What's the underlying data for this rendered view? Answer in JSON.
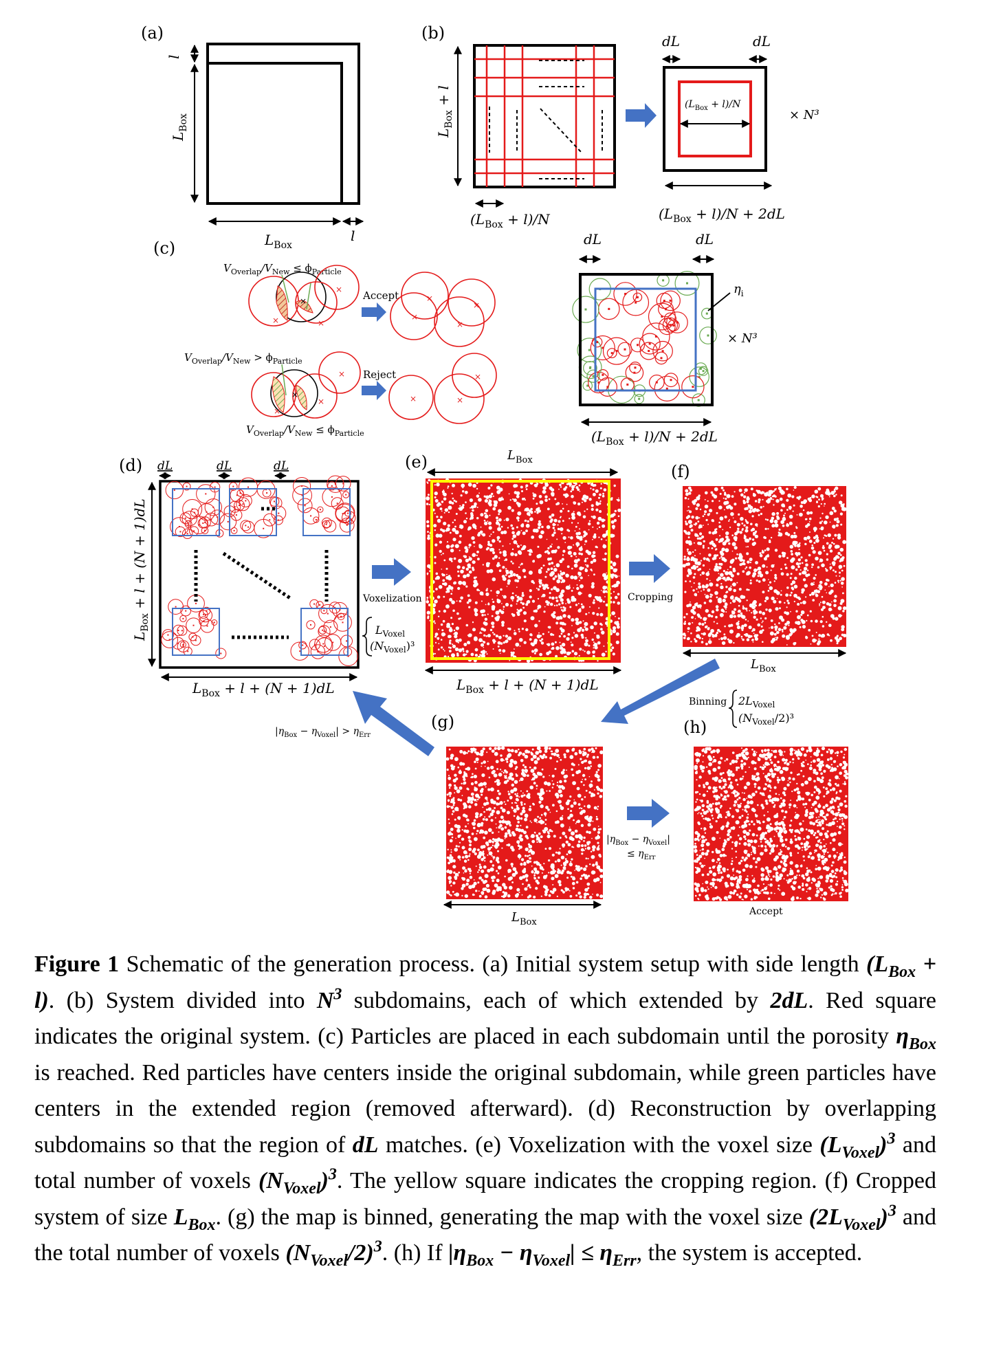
{
  "panels": {
    "a": {
      "tag": "(a)",
      "l_label": "l",
      "lbox_label": "L",
      "lbox_sub": "Box"
    },
    "b": {
      "tag": "(b)",
      "side_label": "L",
      "side_sub": "Box",
      "side_tail": " + l",
      "cell_label": "(L",
      "cell_sub": "Box",
      "cell_tail": " + l)/N",
      "dl_left": "dL",
      "dl_right": "dL",
      "inner_label": "(L",
      "inner_sub": "Box",
      "inner_tail": " + l)/N",
      "outer_label": "(L",
      "outer_sub": "Box",
      "outer_tail": " + l)/N + 2dL",
      "times_n3": "× N³"
    },
    "c": {
      "tag": "(c)",
      "rule1_a": "V",
      "rule1_a_sub": "Overlap",
      "rule1_b": "/V",
      "rule1_b_sub": "New",
      "rule1_c": " ≤ ϕ",
      "rule1_c_sub": "Particle",
      "rule2_a": "V",
      "rule2_a_sub": "Overlap",
      "rule2_b": "/V",
      "rule2_b_sub": "New",
      "rule2_c": " > ϕ",
      "rule2_c_sub": "Particle",
      "rule3_a": "V",
      "rule3_a_sub": "Overlap",
      "rule3_b": "/V",
      "rule3_b_sub": "New",
      "rule3_c": " ≤ ϕ",
      "rule3_c_sub": "Particle",
      "accept": "Accept",
      "reject": "Reject",
      "dl_left": "dL",
      "dl_right": "dL",
      "eta": "η",
      "eta_sub": "i",
      "times_n3": "× N³",
      "outer_label": "(L",
      "outer_sub": "Box",
      "outer_tail": " + l)/N + 2dL"
    },
    "d": {
      "tag": "(d)",
      "dl1": "dL",
      "dl2": "dL",
      "dl3": "dL",
      "side_label": "L",
      "side_sub": "Box",
      "side_tail": " + l + (N + 1)dL",
      "bottom_label": "L",
      "bottom_sub": "Box",
      "bottom_tail": " + l + (N + 1)dL",
      "voxelization": "Voxelization",
      "lvoxel": "L",
      "lvoxel_sub": "Voxel",
      "nvoxel": "(N",
      "nvoxel_sub": "Voxel",
      "nvoxel_tail": ")³"
    },
    "e": {
      "tag": "(e)",
      "top_label": "L",
      "top_sub": "Box",
      "bottom_label": "L",
      "bottom_sub": "Box",
      "bottom_tail": " + l + (N + 1)dL",
      "cropping": "Cropping"
    },
    "f": {
      "tag": "(f)",
      "bottom_label": "L",
      "bottom_sub": "Box",
      "binning": "Binning",
      "b1": "2L",
      "b1_sub": "Voxel",
      "b2": "(N",
      "b2_sub": "Voxel",
      "b2_tail": "/2)³"
    },
    "g": {
      "tag": "(g)",
      "reject_cond_a": "|η",
      "reject_cond_a_sub": "Box",
      "reject_cond_b": " − η",
      "reject_cond_b_sub": "Voxel",
      "reject_cond_c": "| > η",
      "reject_cond_c_sub": "Err",
      "accept_cond_a": "|η",
      "accept_cond_a_sub": "Box",
      "accept_cond_b": " − η",
      "accept_cond_b_sub": "Voxel",
      "accept_cond_c": "|",
      "accept_cond_d": "≤ η",
      "accept_cond_d_sub": "Err",
      "bottom_label": "L",
      "bottom_sub": "Box"
    },
    "h": {
      "tag": "(h)",
      "accept": "Accept"
    }
  },
  "caption": {
    "fig_label": "Figure 1",
    "s1": " Schematic of the generation process. (a) Initial system setup with side length ",
    "m1": "(L",
    "m1_sub": "Box",
    "m1_tail": " + l)",
    "s2": ". (b) System divided into ",
    "m2": "N",
    "m2_sup": "3",
    "s3": " subdomains, each of which extended by ",
    "m3": "2dL",
    "s4": ". Red square indicates the original system. (c) Particles are placed in each subdomain until the porosity ",
    "m4": "η",
    "m4_sub": "Box",
    "s5": " is reached. Red particles have centers inside the original subdomain, while green particles have centers in the extended region (removed afterward). (d) Reconstruction by overlapping subdomains so that the region of ",
    "m5": "dL",
    "s6": " matches. (e) Voxelization with the voxel size ",
    "m6": "(L",
    "m6_sub": "Voxel",
    "m6_tail": ")",
    "m6_sup": "3",
    "s7": " and total number of voxels ",
    "m7": "(N",
    "m7_sub": "Voxel",
    "m7_tail": ")",
    "m7_sup": "3",
    "s8": ". The yellow square indicates the cropping region. (f) Cropped system of size ",
    "m8": "L",
    "m8_sub": "Box",
    "s9": ". (g) the map is binned, generating the map with the voxel size ",
    "m9": "(2L",
    "m9_sub": "Voxel",
    "m9_tail": ")",
    "m9_sup": "3",
    "s10": " and the total number of voxels ",
    "m10": "(N",
    "m10_sub": "Voxel",
    "m10_tail": "/2)",
    "m10_sup": "3",
    "s11": ". (h) If ",
    "m11a": "|η",
    "m11a_sub": "Box",
    "m11b": " − η",
    "m11b_sub": "Voxel",
    "m11c": "| ≤ η",
    "m11c_sub": "Err",
    "s12": ", the system is accepted."
  },
  "colors": {
    "red": "#e41a1a",
    "blue": "#4472c4",
    "green": "#6aaa52",
    "yellow": "#ffff00",
    "black": "#000000"
  }
}
